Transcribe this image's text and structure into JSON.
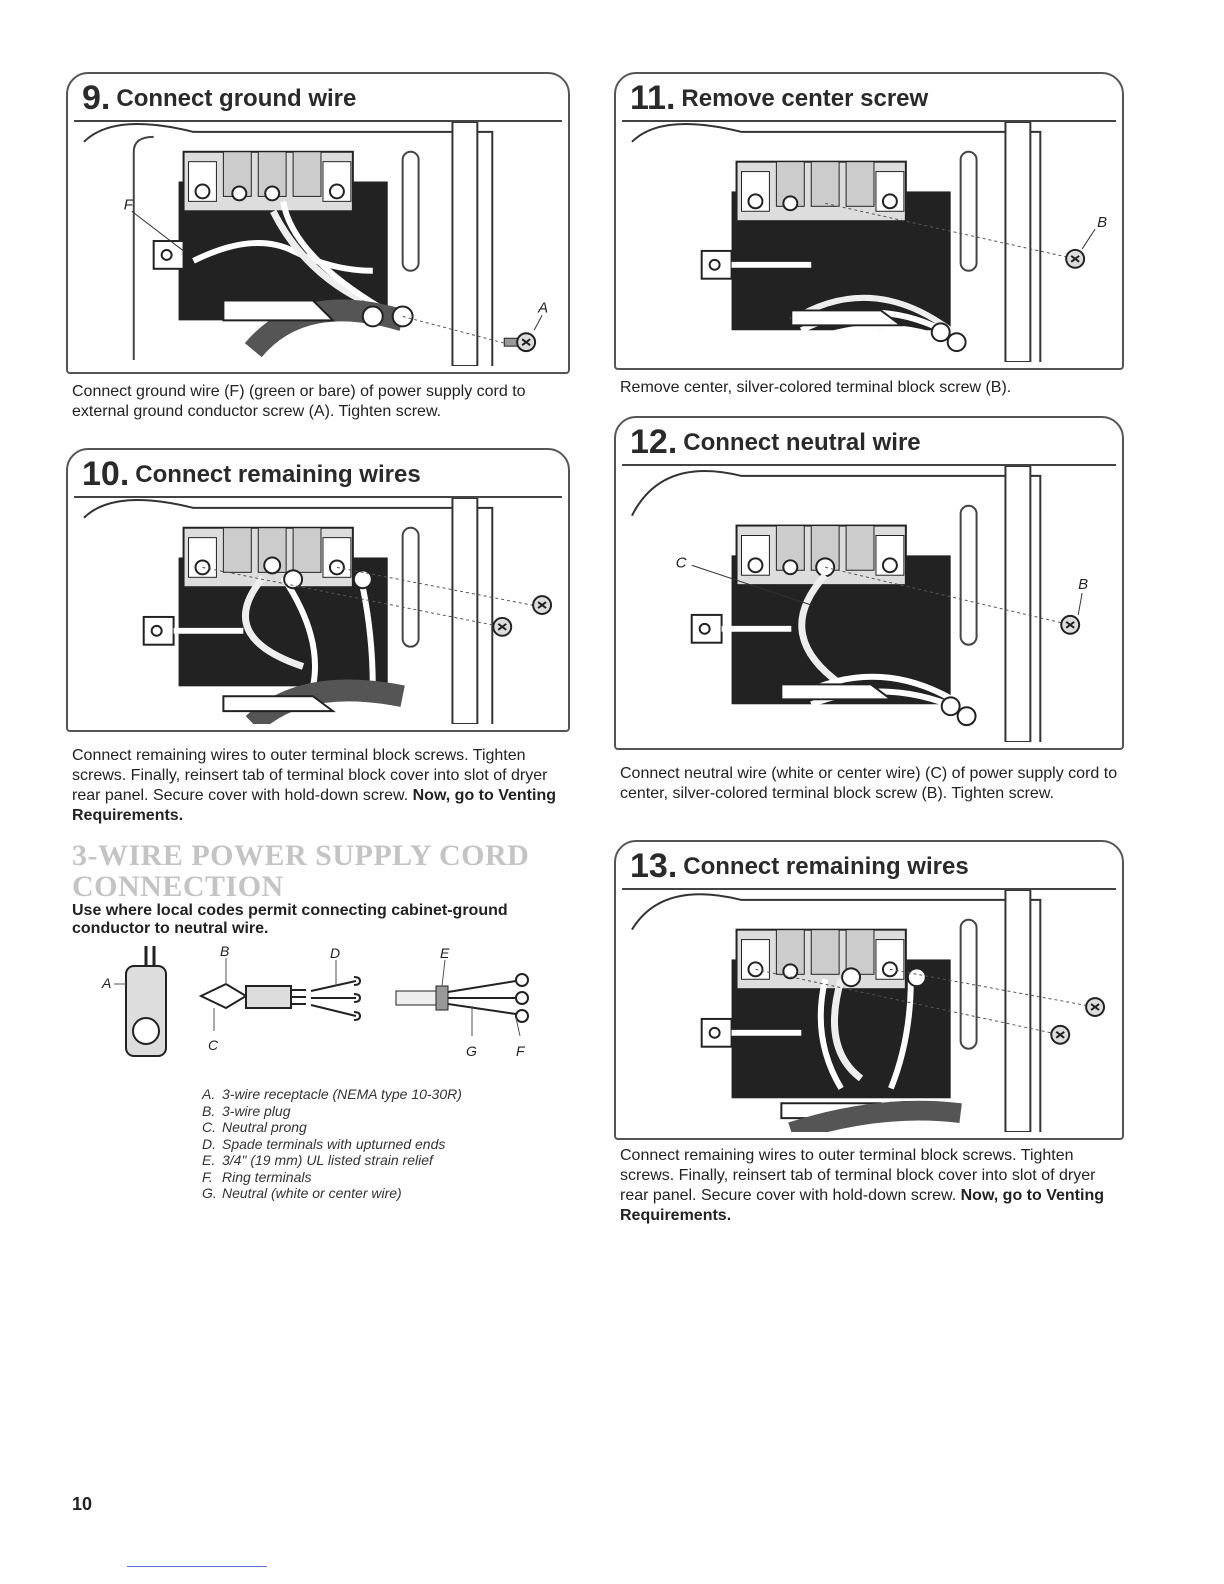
{
  "steps": [
    {
      "number": "9.",
      "title": "Connect ground wire",
      "labels": [
        "F",
        "A"
      ],
      "caption": "Connect ground wire (F) (green or bare) of power supply cord to external ground conductor screw (A). Tighten screw."
    },
    {
      "number": "10.",
      "title": "Connect remaining wires",
      "caption_text": "Connect remaining wires to outer terminal block screws. Tighten screws. Finally, reinsert tab of terminal block cover into slot of dryer rear panel. Secure cover with hold-down screw. ",
      "caption_bold": "Now, go to Venting Requirements."
    },
    {
      "number": "11.",
      "title": "Remove center screw",
      "labels": [
        "B"
      ],
      "caption": "Remove center, silver-colored terminal block screw (B)."
    },
    {
      "number": "12.",
      "title": "Connect neutral wire",
      "labels": [
        "C",
        "B"
      ],
      "caption": "Connect neutral wire (white or center wire) (C) of power supply cord to center, silver-colored terminal block screw (B). Tighten screw."
    },
    {
      "number": "13.",
      "title": "Connect remaining wires",
      "caption_text": "Connect remaining wires to outer terminal block screws. Tighten screws. Finally, reinsert tab of terminal block cover into slot of dryer rear panel. Secure cover with hold-down screw. ",
      "caption_bold": "Now, go to Venting Requirements."
    }
  ],
  "section": {
    "title_line1": "3-WIRE POWER SUPPLY CORD",
    "title_line2": "CONNECTION",
    "subtitle": "Use where local codes permit connecting cabinet-ground conductor to neutral wire."
  },
  "diagram_labels": {
    "a": "A",
    "b": "B",
    "c": "C",
    "d": "D",
    "e": "E",
    "f": "F",
    "g": "G"
  },
  "legend": [
    {
      "letter": "A.",
      "text": "3-wire receptacle (NEMA type 10-30R)"
    },
    {
      "letter": "B.",
      "text": "3-wire plug"
    },
    {
      "letter": "C.",
      "text": "Neutral prong"
    },
    {
      "letter": "D.",
      "text": "Spade terminals with upturned ends"
    },
    {
      "letter": "E.",
      "text": "3/4\" (19 mm) UL listed strain relief"
    },
    {
      "letter": "F.",
      "text": "Ring terminals"
    },
    {
      "letter": "G.",
      "text": "Neutral (white or center wire)"
    }
  ],
  "page_number": "10"
}
